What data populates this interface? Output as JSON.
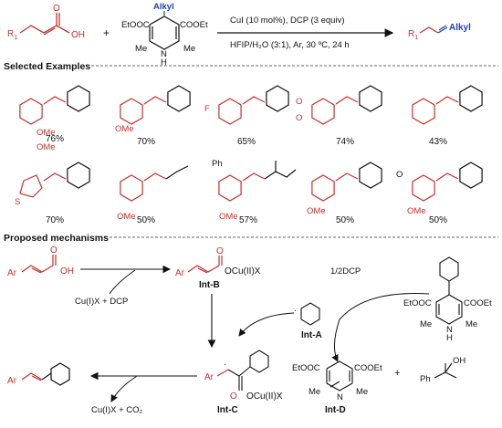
{
  "header": {
    "r1": "R",
    "r1_sub": "1",
    "oh": "OH",
    "o": "O",
    "plus": "+",
    "alkyl_blue": "Alkyl",
    "etooc": "EtOOC",
    "cooet": "COOEt",
    "nh": "N",
    "h": "H",
    "me": "Me",
    "conditions_top": "CuI (10 mol%), DCP (3 equiv)",
    "conditions_bottom": "HFIP/H₂O (3:1), Ar, 30 ºC, 24 h",
    "product_r1": "R",
    "product_r1_sub": "1",
    "product_alkyl": "Alkyl"
  },
  "sections": {
    "examples_title": "Selected Examples",
    "mechanisms_title": "Proposed mechanisms"
  },
  "examples": [
    {
      "yield": "76%",
      "subs": [
        "OMe",
        "OMe"
      ]
    },
    {
      "yield": "70%",
      "subs": [
        "OMe"
      ]
    },
    {
      "yield": "65%",
      "subs": [
        "F"
      ]
    },
    {
      "yield": "74%",
      "subs": [
        "O",
        "O"
      ]
    },
    {
      "yield": "43%",
      "subs": []
    },
    {
      "yield": "70%",
      "subs": [
        "S"
      ]
    },
    {
      "yield": "50%",
      "subs": [
        "OMe",
        "Ph"
      ]
    },
    {
      "yield": "57%",
      "subs": [
        "OMe"
      ]
    },
    {
      "yield": "50%",
      "subs": [
        "OMe",
        "O"
      ]
    },
    {
      "yield": "50%",
      "subs": [
        "OMe"
      ]
    }
  ],
  "mechanism": {
    "ar": "Ar",
    "oh": "OH",
    "o": "O",
    "ocuiix": "OCu(II)X",
    "int_b": "Int-B",
    "int_a": "Int-A",
    "int_c": "Int-C",
    "int_d": "Int-D",
    "cu_dcp": "Cu(I)X + DCP",
    "half_dcp": "1/2DCP",
    "cu_co2": "Cu(I)X + CO₂",
    "etooc": "EtOOC",
    "cooet": "COOEt",
    "me": "Me",
    "n": "N",
    "h": "H",
    "oh2": "OH",
    "ph": "Ph",
    "plus": "+",
    "dot": "·"
  }
}
